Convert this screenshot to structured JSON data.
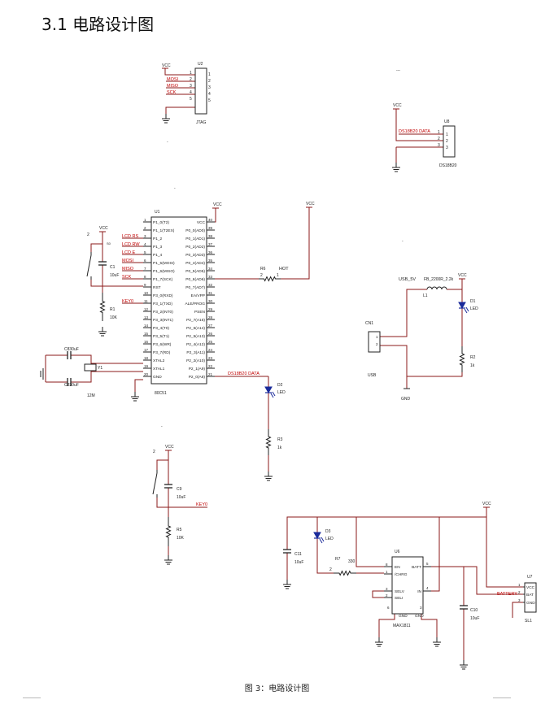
{
  "heading": "3.1 电路设计图",
  "caption": "图 3：电路设计图",
  "colors": {
    "wire": "#8b1a1a",
    "line": "#222222",
    "net_label": "#c00000",
    "led": "#1a2a9a"
  },
  "jtag": {
    "designator": "U2",
    "name": "JTAG",
    "vcc": "VCC",
    "nets": [
      "MOSI",
      "MISO",
      "SCK"
    ],
    "pins": [
      "1",
      "2",
      "3",
      "4",
      "5"
    ]
  },
  "ds18b20": {
    "designator": "U8",
    "name": "DS18B20",
    "vcc": "VCC",
    "net": "DS18B20 DATA",
    "pins": [
      "1",
      "2",
      "3"
    ],
    "inner_pins": [
      "1",
      "2",
      "3"
    ]
  },
  "mcu": {
    "designator": "U1",
    "part": "80C51",
    "vcc": "VCC",
    "left_pins": [
      {
        "num": "1",
        "name": "P1_0(T2)"
      },
      {
        "num": "2",
        "name": "P1_1(T2EX)"
      },
      {
        "num": "3",
        "name": "P1_2"
      },
      {
        "num": "4",
        "name": "P1_3"
      },
      {
        "num": "5",
        "name": "P1_4"
      },
      {
        "num": "6",
        "name": "P1_5(MOSI)"
      },
      {
        "num": "7",
        "name": "P1_6(MISO)"
      },
      {
        "num": "8",
        "name": "P1_7(SCK)"
      },
      {
        "num": "9",
        "name": "RST"
      },
      {
        "num": "10",
        "name": "P3_0(RXD)"
      },
      {
        "num": "11",
        "name": "P3_1(TXD)"
      },
      {
        "num": "12",
        "name": "P3_2(INT0)"
      },
      {
        "num": "13",
        "name": "P3_3(INT1)"
      },
      {
        "num": "14",
        "name": "P3_4(T0)"
      },
      {
        "num": "15",
        "name": "P3_5(T1)"
      },
      {
        "num": "16",
        "name": "P3_6(WR)"
      },
      {
        "num": "17",
        "name": "P3_7(RD)"
      },
      {
        "num": "18",
        "name": "XTAL2"
      },
      {
        "num": "19",
        "name": "XTAL1"
      },
      {
        "num": "20",
        "name": "GND"
      }
    ],
    "right_pins": [
      {
        "num": "40",
        "name": "VCC"
      },
      {
        "num": "39",
        "name": "P0_0(AD0)"
      },
      {
        "num": "38",
        "name": "P0_1(AD1)"
      },
      {
        "num": "37",
        "name": "P0_2(AD2)"
      },
      {
        "num": "36",
        "name": "P0_3(AD3)"
      },
      {
        "num": "35",
        "name": "P0_4(AD4)"
      },
      {
        "num": "34",
        "name": "P0_5(AD5)"
      },
      {
        "num": "33",
        "name": "P0_6(AD6)"
      },
      {
        "num": "32",
        "name": "P0_7(AD7)"
      },
      {
        "num": "31",
        "name": "EA/VPP"
      },
      {
        "num": "30",
        "name": "ALE/PROG"
      },
      {
        "num": "29",
        "name": "PSEN"
      },
      {
        "num": "28",
        "name": "P2_7(A15)"
      },
      {
        "num": "27",
        "name": "P2_6(A14)"
      },
      {
        "num": "26",
        "name": "P2_5(A13)"
      },
      {
        "num": "25",
        "name": "P2_4(A12)"
      },
      {
        "num": "24",
        "name": "P2_3(A11)"
      },
      {
        "num": "23",
        "name": "P2_2(A10)"
      },
      {
        "num": "22",
        "name": "P2_1(A9)"
      },
      {
        "num": "21",
        "name": "P2_0(A8)"
      }
    ],
    "left_nets": [
      "LCD RS",
      "LCD RW",
      "LCD E",
      "MOSI",
      "MISO",
      "SCK"
    ],
    "key_net": "KEY0",
    "ds_net": "DS18B20 DATA"
  },
  "reset": {
    "vcc": "VCC",
    "switch_pin": "2",
    "switch_ref": "S0",
    "cap_ref": "C1",
    "cap_val": "10uF",
    "res_ref": "R1",
    "res_val": "10K"
  },
  "crystal": {
    "c_top_ref": "C8",
    "c_top_val": "30uF",
    "c_bot_ref": "C8",
    "c_bot_val": "30uF",
    "ref": "Y1",
    "val": "12M"
  },
  "hot": {
    "res_ref": "R6",
    "net": "HOT",
    "pin_a": "2",
    "pin_b": "1",
    "vcc": "VCC"
  },
  "led2": {
    "ref": "D2",
    "val": "LED",
    "res_ref": "R3",
    "res_val": "1k"
  },
  "key_circuit": {
    "vcc": "VCC",
    "switch_pin": "2",
    "cap_ref": "C9",
    "cap_val": "10uF",
    "res_ref": "R5",
    "res_val": "10K",
    "net": "KEY0"
  },
  "usb": {
    "conn_ref": "CN1",
    "conn_name": "USB",
    "pins": [
      "1",
      "2"
    ],
    "net": "USB_5V",
    "ind_ref": "L1",
    "ind_val": "FB_2200R_2.2k",
    "vcc": "VCC",
    "led_ref": "D1",
    "led_val": "LED",
    "res_ref": "R2",
    "res_val": "1k",
    "gnd": "GND"
  },
  "charger": {
    "vcc": "VCC",
    "cap_ref": "C11",
    "cap_val": "10uF",
    "led_ref": "D3",
    "led_val": "LED",
    "res_ref": "R7",
    "res_val": "330",
    "res_pin": "2",
    "ic_ref": "U6",
    "ic_part": "MAX1811",
    "ic_left": [
      {
        "num": "8",
        "name": "EN"
      },
      {
        "num": "1",
        "name": "/CHRG"
      },
      {
        "num": "3",
        "name": "SELV"
      },
      {
        "num": "2",
        "name": "SELI"
      }
    ],
    "ic_right": [
      {
        "num": "5",
        "name": "BATT"
      },
      {
        "num": "4",
        "name": "IN"
      }
    ],
    "ic_bottom": [
      {
        "num": "6",
        "name": "GND"
      },
      {
        "num": "3",
        "name": "GND"
      }
    ],
    "cap2_ref": "C10",
    "cap2_val": "10uF",
    "batt_net": "BATTERY",
    "batt_ref": "U7",
    "batt_name": "SL1",
    "batt_pins": [
      {
        "num": "1",
        "name": "VCC"
      },
      {
        "num": "2",
        "name": "BAT"
      },
      {
        "num": "3",
        "name": "GND"
      }
    ]
  },
  "stray_marks": [
    "---",
    "-",
    "-",
    "-",
    "-"
  ]
}
